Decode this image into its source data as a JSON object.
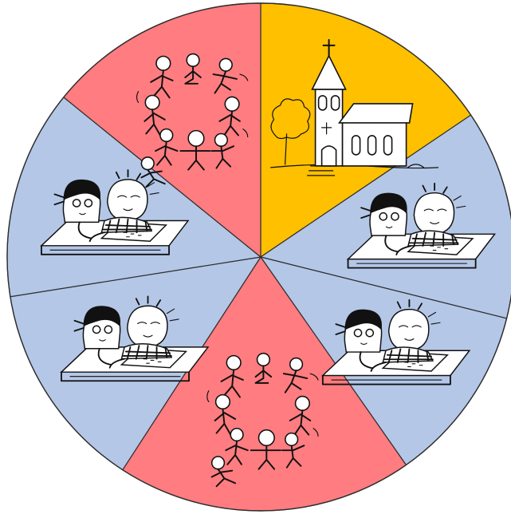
{
  "wheel": {
    "segment_count": 7,
    "start_angle_deg": 0,
    "colors": {
      "play": "#ff7c80",
      "church": "#ffc000",
      "study": "#b4c7e7",
      "outline": "#2f2f2f"
    },
    "segments": [
      {
        "id": "church",
        "kind": "church",
        "icon": "church-icon",
        "start_deg": 0,
        "end_deg": 56
      },
      {
        "id": "study-1",
        "kind": "study",
        "icon": "children-studying-icon",
        "start_deg": 56,
        "end_deg": 104
      },
      {
        "id": "study-2",
        "kind": "study",
        "icon": "children-studying-icon",
        "start_deg": 104,
        "end_deg": 145
      },
      {
        "id": "play-1",
        "kind": "play",
        "icon": "children-playing-icon",
        "start_deg": 145,
        "end_deg": 213
      },
      {
        "id": "study-3",
        "kind": "study",
        "icon": "children-studying-icon",
        "start_deg": 213,
        "end_deg": 261
      },
      {
        "id": "study-4",
        "kind": "study",
        "icon": "children-studying-icon",
        "start_deg": 261,
        "end_deg": 309
      },
      {
        "id": "play-2",
        "kind": "play",
        "icon": "children-playing-icon",
        "start_deg": 309,
        "end_deg": 360
      }
    ]
  }
}
